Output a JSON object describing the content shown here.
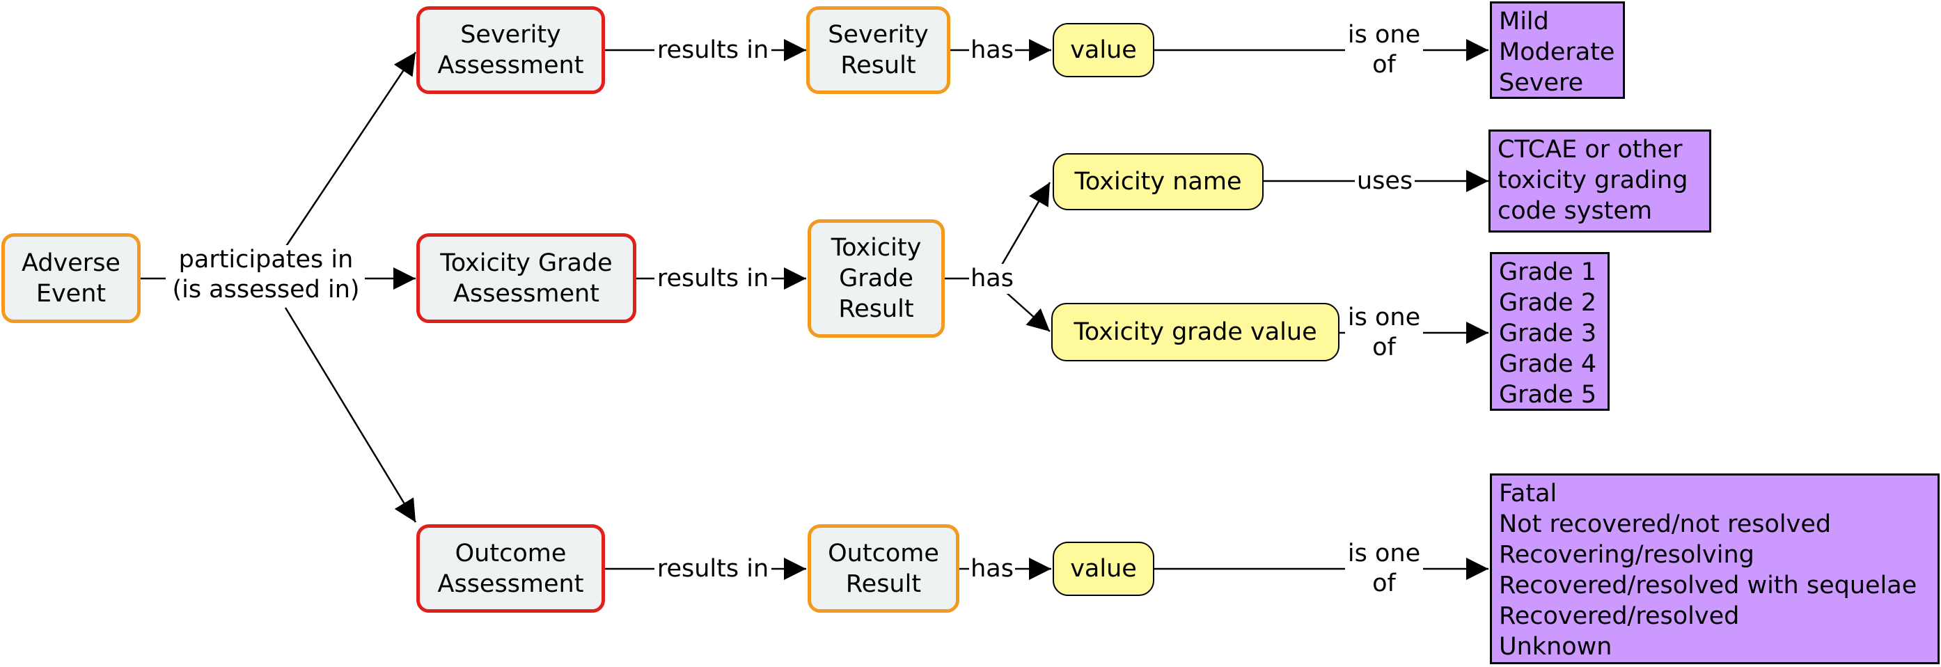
{
  "nodes": {
    "adverse_event": [
      "Adverse",
      "Event"
    ],
    "severity_assessment": [
      "Severity",
      "Assessment"
    ],
    "toxicity_grade_assessment": [
      "Toxicity Grade",
      "Assessment"
    ],
    "outcome_assessment": [
      "Outcome",
      "Assessment"
    ],
    "severity_result": [
      "Severity",
      "Result"
    ],
    "toxicity_grade_result": [
      "Toxicity",
      "Grade",
      "Result"
    ],
    "outcome_result": [
      "Outcome",
      "Result"
    ],
    "severity_value": "value",
    "toxicity_name": "Toxicity name",
    "toxicity_grade_value": "Toxicity grade value",
    "outcome_value": "value",
    "severity_list": [
      "Mild",
      "Moderate",
      "Severe"
    ],
    "grading_system": [
      "CTCAE or other",
      "toxicity grading",
      "code system"
    ],
    "grade_list": [
      "Grade 1",
      "Grade 2",
      "Grade 3",
      "Grade 4",
      "Grade 5"
    ],
    "outcome_list": [
      "Fatal",
      "Not recovered/not resolved",
      "Recovering/resolving",
      "Recovered/resolved with sequelae",
      "Recovered/resolved",
      "Unknown"
    ]
  },
  "links": {
    "participates": [
      "participates in",
      "(is assessed in)"
    ],
    "results_in": "results in",
    "has": "has",
    "uses": "uses",
    "is_one_of": [
      "is one",
      "of"
    ]
  },
  "colors": {
    "concept_fill": "#eef2f3",
    "orange_border": "#f29a1f",
    "red_border": "#e0201a",
    "value_fill": "#fefa9b",
    "list_fill": "#cc99ff"
  }
}
